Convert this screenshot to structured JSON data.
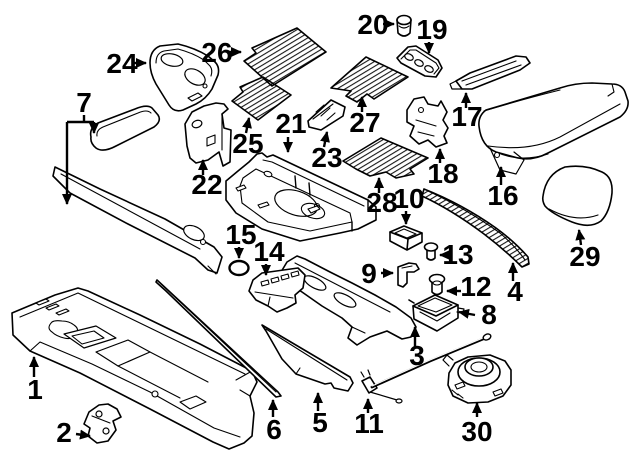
{
  "colors": {
    "background": "#ffffff",
    "line": "#000000"
  },
  "callouts": [
    {
      "number": "1"
    },
    {
      "number": "2"
    },
    {
      "number": "3"
    },
    {
      "number": "4"
    },
    {
      "number": "5"
    },
    {
      "number": "6"
    },
    {
      "number": "7"
    },
    {
      "number": "8"
    },
    {
      "number": "9"
    },
    {
      "number": "10"
    },
    {
      "number": "11"
    },
    {
      "number": "12"
    },
    {
      "number": "13"
    },
    {
      "number": "14"
    },
    {
      "number": "15"
    },
    {
      "number": "16"
    },
    {
      "number": "17"
    },
    {
      "number": "18"
    },
    {
      "number": "19"
    },
    {
      "number": "20"
    },
    {
      "number": "21"
    },
    {
      "number": "22"
    },
    {
      "number": "23"
    },
    {
      "number": "24"
    },
    {
      "number": "25"
    },
    {
      "number": "26"
    },
    {
      "number": "27"
    },
    {
      "number": "28"
    },
    {
      "number": "29"
    },
    {
      "number": "30"
    }
  ]
}
